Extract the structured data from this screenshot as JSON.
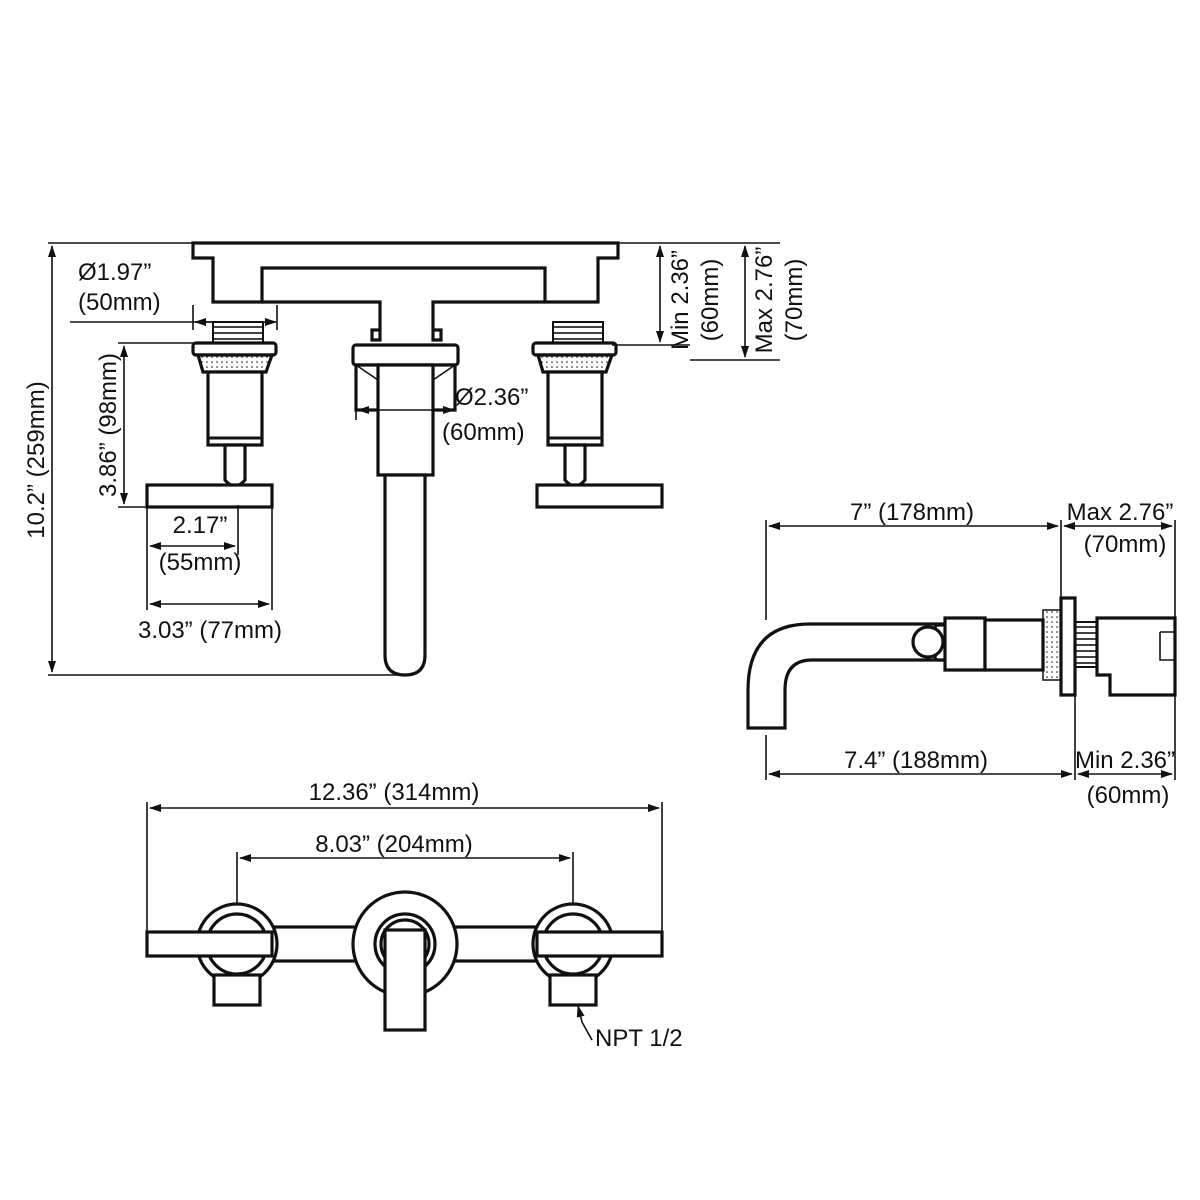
{
  "front_view": {
    "connector_dia": "Ø1.97”",
    "connector_dia_mm": "(50mm)",
    "handle_height": "3.86” (98mm)",
    "total_height": "10.2” (259mm)",
    "handle_base": "2.17”",
    "handle_base_mm": "(55mm)",
    "handle_length": "3.03” (77mm)",
    "spout_dia": "Ø2.36”",
    "spout_dia_mm": "(60mm)",
    "min_wall": "Min 2.36”",
    "min_wall_mm": "(60mm)",
    "max_wall": "Max 2.76”",
    "max_wall_mm": "(70mm)"
  },
  "side_view": {
    "spout_reach": "7” (178mm)",
    "max_depth": "Max 2.76”",
    "max_depth_mm": "(70mm)",
    "total_reach": "7.4” (188mm)",
    "min_depth": "Min 2.36”",
    "min_depth_mm": "(60mm)"
  },
  "top_view": {
    "overall_width": "12.36” (314mm)",
    "center_spacing": "8.03” (204mm)",
    "thread": "NPT 1/2"
  }
}
